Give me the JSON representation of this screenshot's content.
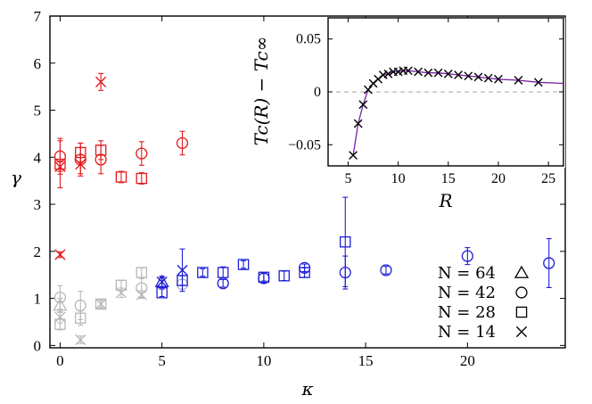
{
  "chart_data": [
    {
      "type": "scatter",
      "xlabel": "κ",
      "ylabel": "γ",
      "xlim": [
        -0.5,
        24.8
      ],
      "ylim": [
        -0.05,
        7
      ],
      "xticks": [
        "0",
        "5",
        "10",
        "15",
        "20"
      ],
      "yticks": [
        "0",
        "1",
        "2",
        "3",
        "4",
        "5",
        "6",
        "7"
      ],
      "grid": false,
      "legend": {
        "placement": "bottom-right",
        "entries": [
          {
            "label": "N = 64",
            "marker": "triangle"
          },
          {
            "label": "N = 42",
            "marker": "circle"
          },
          {
            "label": "N = 28",
            "marker": "square"
          },
          {
            "label": "N = 14",
            "marker": "cross"
          }
        ]
      },
      "colors": {
        "red": "#e31a1c",
        "gray": "#b8b8b8",
        "blue": "#1f1fd6"
      },
      "points": [
        {
          "x": 0,
          "y": 4.02,
          "err": 0.38,
          "marker": "circle",
          "color": "red"
        },
        {
          "x": 0,
          "y": 3.85,
          "err": 0.5,
          "marker": "square",
          "color": "red"
        },
        {
          "x": 0,
          "y": 3.8,
          "err": 0.1,
          "marker": "cross",
          "color": "red"
        },
        {
          "x": 0,
          "y": 1.93,
          "err": 0.06,
          "marker": "cross",
          "color": "red"
        },
        {
          "x": 1,
          "y": 3.95,
          "err": 0.35,
          "marker": "circle",
          "color": "red"
        },
        {
          "x": 1,
          "y": 4.1,
          "err": 0.2,
          "marker": "square",
          "color": "red"
        },
        {
          "x": 1,
          "y": 3.85,
          "err": 0.2,
          "marker": "cross",
          "color": "red"
        },
        {
          "x": 2,
          "y": 3.95,
          "err": 0.3,
          "marker": "circle",
          "color": "red"
        },
        {
          "x": 2,
          "y": 4.15,
          "err": 0.2,
          "marker": "square",
          "color": "red"
        },
        {
          "x": 2,
          "y": 5.6,
          "err": 0.18,
          "marker": "cross",
          "color": "red"
        },
        {
          "x": 3,
          "y": 3.58,
          "err": 0.12,
          "marker": "square",
          "color": "red"
        },
        {
          "x": 4,
          "y": 4.08,
          "err": 0.25,
          "marker": "circle",
          "color": "red"
        },
        {
          "x": 4,
          "y": 3.55,
          "err": 0.12,
          "marker": "square",
          "color": "red"
        },
        {
          "x": 6,
          "y": 4.3,
          "err": 0.25,
          "marker": "circle",
          "color": "red"
        },
        {
          "x": 0,
          "y": 0.85,
          "err": 0.15,
          "marker": "triangle",
          "color": "gray"
        },
        {
          "x": 0,
          "y": 1.02,
          "err": 0.25,
          "marker": "circle",
          "color": "gray"
        },
        {
          "x": 0,
          "y": 0.45,
          "err": 0.12,
          "marker": "square",
          "color": "gray"
        },
        {
          "x": 0,
          "y": 0.6,
          "err": 0.12,
          "marker": "cross",
          "color": "gray"
        },
        {
          "x": 1,
          "y": 0.85,
          "err": 0.3,
          "marker": "circle",
          "color": "gray"
        },
        {
          "x": 1,
          "y": 0.58,
          "err": 0.15,
          "marker": "square",
          "color": "gray"
        },
        {
          "x": 1,
          "y": 0.12,
          "err": 0.08,
          "marker": "cross",
          "color": "gray"
        },
        {
          "x": 2,
          "y": 0.88,
          "err": 0.1,
          "marker": "square",
          "color": "gray"
        },
        {
          "x": 2,
          "y": 0.88,
          "err": 0.08,
          "marker": "cross",
          "color": "gray"
        },
        {
          "x": 3,
          "y": 1.28,
          "err": 0.1,
          "marker": "square",
          "color": "gray"
        },
        {
          "x": 3,
          "y": 1.12,
          "err": 0.1,
          "marker": "cross",
          "color": "gray"
        },
        {
          "x": 4,
          "y": 1.22,
          "err": 0.2,
          "marker": "circle",
          "color": "gray"
        },
        {
          "x": 4,
          "y": 1.55,
          "err": 0.1,
          "marker": "square",
          "color": "gray"
        },
        {
          "x": 4,
          "y": 1.08,
          "err": 0.08,
          "marker": "cross",
          "color": "gray"
        },
        {
          "x": 5,
          "y": 1.35,
          "err": 0.1,
          "marker": "triangle",
          "color": "blue"
        },
        {
          "x": 5,
          "y": 1.12,
          "err": 0.08,
          "marker": "square",
          "color": "blue"
        },
        {
          "x": 5,
          "y": 1.35,
          "err": 0.12,
          "marker": "cross",
          "color": "blue"
        },
        {
          "x": 6,
          "y": 1.3,
          "err": 0.1,
          "marker": "circle",
          "color": "gray"
        },
        {
          "x": 6,
          "y": 1.38,
          "err": 0.1,
          "marker": "square",
          "color": "blue"
        },
        {
          "x": 6,
          "y": 1.6,
          "err": 0.45,
          "marker": "cross",
          "color": "blue"
        },
        {
          "x": 7,
          "y": 1.55,
          "err": 0.08,
          "marker": "square",
          "color": "blue"
        },
        {
          "x": 8,
          "y": 1.32,
          "err": 0.08,
          "marker": "circle",
          "color": "blue"
        },
        {
          "x": 8,
          "y": 1.55,
          "err": 0.12,
          "marker": "square",
          "color": "blue"
        },
        {
          "x": 9,
          "y": 1.72,
          "err": 0.08,
          "marker": "square",
          "color": "blue"
        },
        {
          "x": 10,
          "y": 1.43,
          "err": 0.1,
          "marker": "circle",
          "color": "blue"
        },
        {
          "x": 10,
          "y": 1.45,
          "err": 0.08,
          "marker": "square",
          "color": "blue"
        },
        {
          "x": 11,
          "y": 1.48,
          "err": 0.1,
          "marker": "square",
          "color": "blue"
        },
        {
          "x": 12,
          "y": 1.65,
          "err": 0.08,
          "marker": "circle",
          "color": "blue"
        },
        {
          "x": 12,
          "y": 1.55,
          "err": 0.1,
          "marker": "square",
          "color": "blue"
        },
        {
          "x": 14,
          "y": 1.55,
          "err": 0.35,
          "marker": "circle",
          "color": "blue"
        },
        {
          "x": 14,
          "y": 2.2,
          "err": 0.95,
          "marker": "square",
          "color": "blue"
        },
        {
          "x": 16,
          "y": 1.6,
          "err": 0.08,
          "marker": "circle",
          "color": "blue"
        },
        {
          "x": 20,
          "y": 1.9,
          "err": 0.18,
          "marker": "circle",
          "color": "blue"
        },
        {
          "x": 24,
          "y": 1.75,
          "err": 0.52,
          "marker": "circle",
          "color": "blue"
        }
      ]
    },
    {
      "type": "scatter",
      "xlabel": "R",
      "ylabel": "Tc(R) − Tc∞",
      "xlim": [
        3,
        26.5
      ],
      "ylim": [
        -0.07,
        0.07
      ],
      "xticks": [
        "5",
        "10",
        "15",
        "20",
        "25"
      ],
      "yticks": [
        "−0.05",
        "0",
        "0.05"
      ],
      "zero_line": "dashed",
      "fit_color": "#7a1fa8",
      "x": [
        5.5,
        6,
        6.5,
        7,
        7.5,
        8,
        8.5,
        9,
        9.5,
        10,
        10.5,
        11,
        12,
        13,
        14,
        15,
        16,
        17,
        18,
        19,
        20,
        22,
        24
      ],
      "y": [
        -0.06,
        -0.03,
        -0.012,
        0.002,
        0.008,
        0.012,
        0.016,
        0.017,
        0.019,
        0.019,
        0.02,
        0.02,
        0.019,
        0.018,
        0.018,
        0.017,
        0.016,
        0.015,
        0.014,
        0.013,
        0.012,
        0.011,
        0.009
      ]
    }
  ]
}
